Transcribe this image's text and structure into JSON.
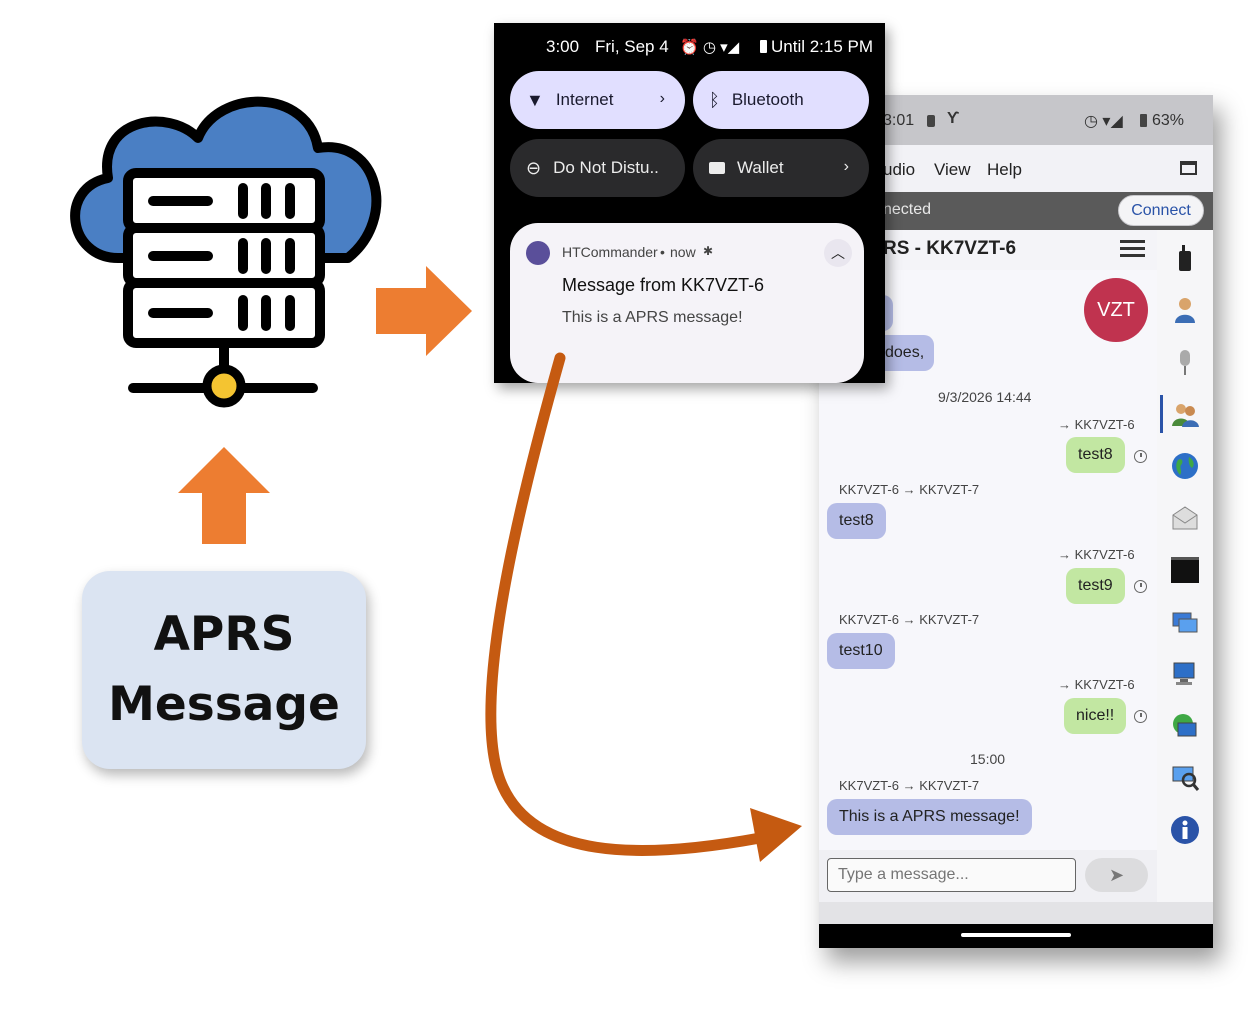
{
  "label_box": {
    "line1": "APRS",
    "line2": "Message"
  },
  "colors": {
    "orange_arrow": "#ed7d31",
    "curve_arrow": "#c55a11",
    "cloud": "#4a7fc4",
    "avatar": "#c0334f"
  },
  "shade": {
    "time": "3:00",
    "date": "Fri, Sep 4",
    "until": "Until 2:15 PM",
    "tiles": [
      {
        "label": "Internet",
        "icon": "wifi-icon",
        "active": true,
        "chevron": "›"
      },
      {
        "label": "Bluetooth",
        "icon": "bluetooth-icon",
        "active": true
      },
      {
        "label": "Do Not Distu..",
        "icon": "dnd-icon",
        "active": false
      },
      {
        "label": "Wallet",
        "icon": "wallet-icon",
        "active": false,
        "chevron": "›"
      }
    ],
    "notification": {
      "app": "HTCommander",
      "when": "now",
      "title": "Message from KK7VZT-6",
      "body": "This is a APRS message!"
    }
  },
  "phone": {
    "status_time": "3:01",
    "battery": "63%",
    "menu": [
      "udio",
      "View",
      "Help"
    ],
    "conn_status": "nected",
    "connect_label": "Connect",
    "title": "RS - KK7VZT-6",
    "avatar": "VZT",
    "partial_bubble": "does,",
    "messages": [
      {
        "type": "time",
        "text": "9/3/2026 14:44"
      },
      {
        "type": "out",
        "to": "→ KK7VZT-6",
        "text": "test8"
      },
      {
        "type": "in",
        "from": "KK7VZT-6 → KK7VZT-7",
        "text": "test8"
      },
      {
        "type": "out",
        "to": "→ KK7VZT-6",
        "text": "test9"
      },
      {
        "type": "in",
        "from": "KK7VZT-6 → KK7VZT-7",
        "text": "test10"
      },
      {
        "type": "out",
        "to": "→ KK7VZT-6",
        "text": "nice!!"
      },
      {
        "type": "time",
        "text": "15:00"
      },
      {
        "type": "in",
        "from": "KK7VZT-6 → KK7VZT-7",
        "text": "This is a APRS message!"
      }
    ],
    "input_placeholder": "Type a message...",
    "sidebar_icons": [
      "radio-icon",
      "user-icon",
      "microphone-icon",
      "contacts-icon",
      "globe-icon",
      "mail-icon",
      "terminal-icon",
      "network-icon",
      "computer-icon",
      "network-refresh-icon",
      "search-computer-icon",
      "info-icon"
    ]
  }
}
